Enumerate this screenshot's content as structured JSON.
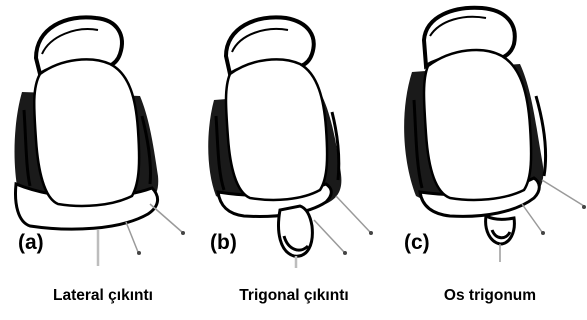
{
  "diagram": {
    "panels": [
      {
        "id": "a",
        "letter": "(a)",
        "caption": "Lateral çıkıntı"
      },
      {
        "id": "b",
        "letter": "(b)",
        "caption": "Trigonal çıkıntı"
      },
      {
        "id": "c",
        "letter": "(c)",
        "caption": "Os trigonum"
      }
    ],
    "colors": {
      "ink": "#000000",
      "shadow": "#1a1a1a",
      "pointer": "#9a9a9a",
      "background": "#ffffff"
    }
  }
}
